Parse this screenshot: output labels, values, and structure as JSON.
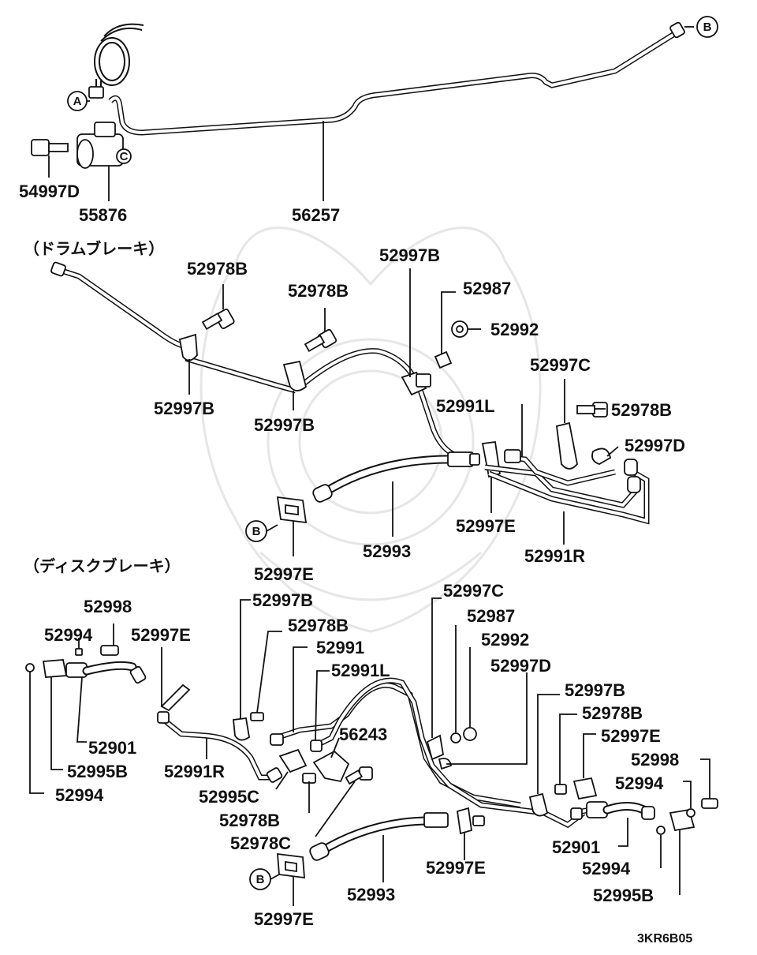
{
  "section_titles": {
    "drum": "（ドラムブレーキ）",
    "disc": "（ディスクブレーキ）"
  },
  "ref_markers": {
    "a": "A",
    "b": "B",
    "c": "C"
  },
  "diagram_code": "3KR6B05",
  "labels": {
    "top_54997d": "54997D",
    "top_55876": "55876",
    "top_56257": "56257",
    "drum_52997b_top": "52997B",
    "drum_52978b_1": "52978B",
    "drum_52978b_2": "52978B",
    "drum_52987": "52987",
    "drum_52992": "52992",
    "drum_52997c": "52997C",
    "drum_52991l": "52991L",
    "drum_52978b_3": "52978B",
    "drum_52997d": "52997D",
    "drum_52997b_left": "52997B",
    "drum_52997b_mid": "52997B",
    "drum_52997e_mid": "52997E",
    "drum_52993": "52993",
    "drum_52991r": "52991R",
    "drum_52997e_left": "52997E",
    "disc_52998_l": "52998",
    "disc_52994_l": "52994",
    "disc_52997e_l": "52997E",
    "disc_52997b_t": "52997B",
    "disc_52978b_t": "52978B",
    "disc_52991": "52991",
    "disc_52991l": "52991L",
    "disc_56243": "56243",
    "disc_52901_l": "52901",
    "disc_52995b_l": "52995B",
    "disc_52994_l2": "52994",
    "disc_52991r": "52991R",
    "disc_52995c": "52995C",
    "disc_52978b_b": "52978B",
    "disc_52978c": "52978C",
    "disc_52997e_b": "52997E",
    "disc_52993": "52993",
    "disc_52997e_mid": "52997E",
    "disc_52997c": "52997C",
    "disc_52987": "52987",
    "disc_52992": "52992",
    "disc_52997d": "52997D",
    "disc_52997b_r": "52997B",
    "disc_52978b_r": "52978B",
    "disc_52997e_r": "52997E",
    "disc_52998_r": "52998",
    "disc_52994_r": "52994",
    "disc_52901_r": "52901",
    "disc_52994_r2": "52994",
    "disc_52995b_r": "52995B"
  }
}
